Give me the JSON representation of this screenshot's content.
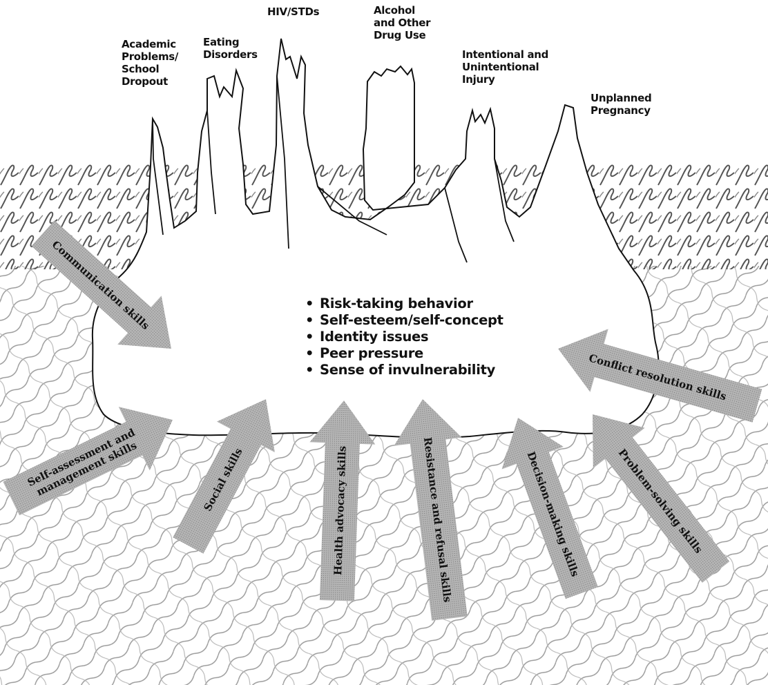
{
  "peaks": [
    {
      "id": "academic",
      "lines": [
        "Academic",
        "Problems/",
        "School",
        "Dropout"
      ]
    },
    {
      "id": "eating",
      "lines": [
        "Eating",
        "Disorders"
      ]
    },
    {
      "id": "hiv",
      "lines": [
        "HIV/STDs"
      ]
    },
    {
      "id": "alcohol",
      "lines": [
        "Alcohol",
        "and Other",
        "Drug Use"
      ]
    },
    {
      "id": "injury",
      "lines": [
        "Intentional and",
        "Unintentional",
        "Injury"
      ]
    },
    {
      "id": "pregnancy",
      "lines": [
        "Unplanned",
        "Pregnancy"
      ]
    }
  ],
  "issues": [
    "Risk-taking behavior",
    "Self-esteem/self-concept",
    "Identity issues",
    "Peer pressure",
    "Sense of invulnerability"
  ],
  "bullet": "•",
  "skills": [
    {
      "id": "communication",
      "lines": [
        "Communication skills"
      ]
    },
    {
      "id": "conflict",
      "lines": [
        "Conflict resolution skills"
      ]
    },
    {
      "id": "self-assessment",
      "lines": [
        "Self-assessment and",
        "management skills"
      ]
    },
    {
      "id": "social",
      "lines": [
        "Social skills"
      ]
    },
    {
      "id": "health-advocacy",
      "lines": [
        "Health advocacy skills"
      ]
    },
    {
      "id": "resistance",
      "lines": [
        "Resistance and refusal skills"
      ]
    },
    {
      "id": "decision",
      "lines": [
        "Decision-making skills"
      ]
    },
    {
      "id": "problem",
      "lines": [
        "Problem-solving skills"
      ]
    }
  ],
  "colors": {
    "ink": "#111111",
    "arrow_fill": "#a9a9a9",
    "hatch_ink": "#777777",
    "background": "#ffffff"
  }
}
